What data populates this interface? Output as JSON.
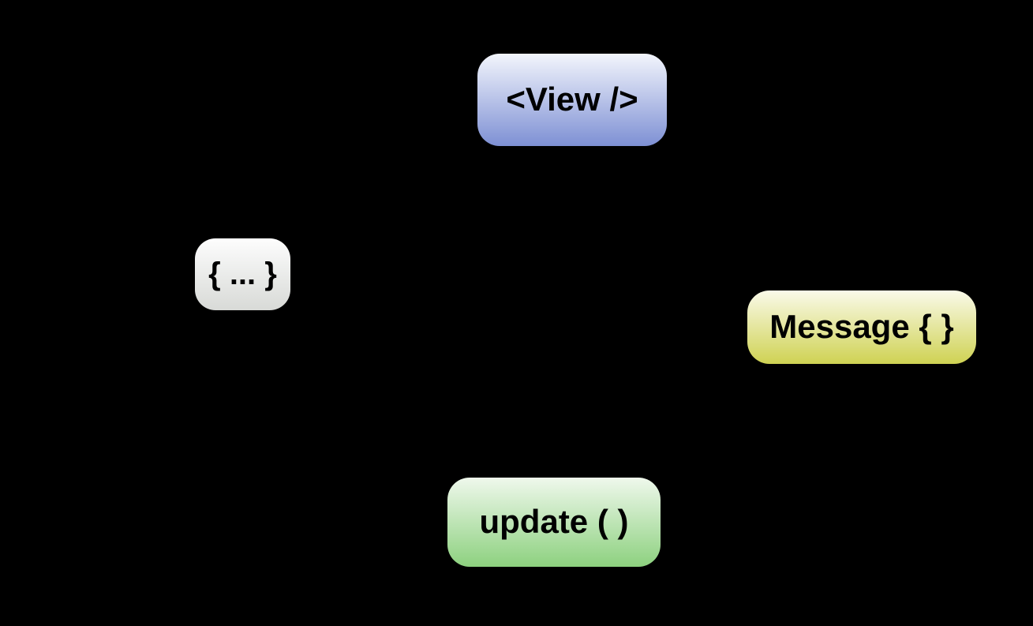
{
  "canvas": {
    "background_color": "#000000",
    "text_color": "#000000"
  },
  "diagram": {
    "type": "architecture-cycle-diagram",
    "nodes": {
      "view": {
        "label": "<View />",
        "color_top": "#f3f5fc",
        "color_bottom": "#7e90d4"
      },
      "model": {
        "label": "{ ... }",
        "color_top": "#fdfdfd",
        "color_bottom": "#d8dad7"
      },
      "message": {
        "label": "Message { }",
        "color_top": "#fafae9",
        "color_bottom": "#cfd253"
      },
      "update": {
        "label": "update ( )",
        "color_top": "#eff8ec",
        "color_bottom": "#8dd17f"
      }
    }
  }
}
